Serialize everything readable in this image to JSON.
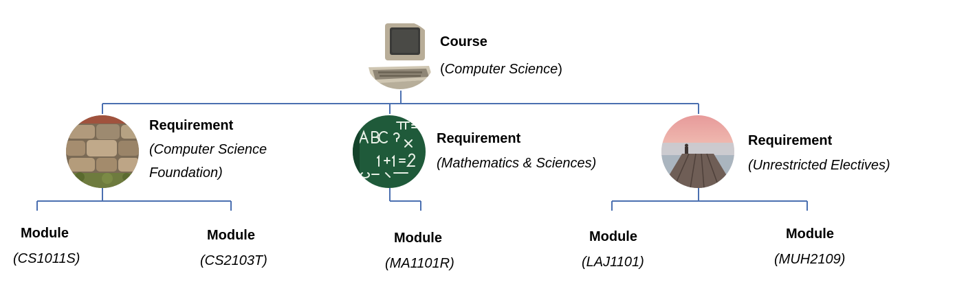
{
  "course": {
    "title": "Course",
    "subtitle_open": "(",
    "subtitle_name": "Computer Science",
    "subtitle_close": ")",
    "icon": "computer-icon"
  },
  "requirements": [
    {
      "title": "Requirement",
      "subtitle_line1": "(Computer Science",
      "subtitle_line2": "Foundation)",
      "icon": "stone-wall-image",
      "modules": [
        {
          "title": "Module",
          "code": "(CS1011S)"
        },
        {
          "title": "Module",
          "code": "(CS2103T)"
        }
      ]
    },
    {
      "title": "Requirement",
      "subtitle_line1": "(Mathematics & Sciences)",
      "icon": "chalkboard-math-image",
      "modules": [
        {
          "title": "Module",
          "code": "(MA1101R)"
        }
      ]
    },
    {
      "title": "Requirement",
      "subtitle_line1": "(Unrestricted Electives)",
      "icon": "pier-sunset-image",
      "modules": [
        {
          "title": "Module",
          "code": "(LAJ1101)"
        },
        {
          "title": "Module",
          "code": "(MUH2109)"
        }
      ]
    }
  ],
  "colors": {
    "connector": "#4a6fb0"
  }
}
